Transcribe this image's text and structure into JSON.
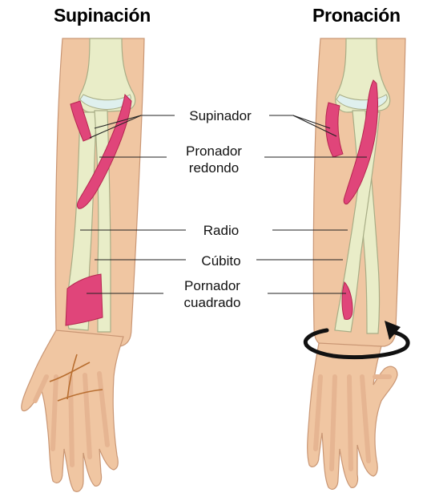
{
  "titles": {
    "left": "Supinación",
    "right": "Pronación"
  },
  "labels": {
    "supinador": "Supinador",
    "pronador_1": "Pronador",
    "pronador_2": "redondo",
    "radio": "Radio",
    "cubito": "Cúbito",
    "pornador_1": "Pornador",
    "pornador_2": "cuadrado"
  },
  "colors": {
    "skin": "#f0c6a2",
    "skin_outline": "#c99674",
    "bone": "#e9edc8",
    "bone_outline": "#a8ad86",
    "cartilage": "#dff0ee",
    "muscle": "#e0457a",
    "muscle_dark": "#b5254f",
    "line": "#222222",
    "arrow": "#111111"
  },
  "icons": [
    "rotation-arrow-icon"
  ]
}
